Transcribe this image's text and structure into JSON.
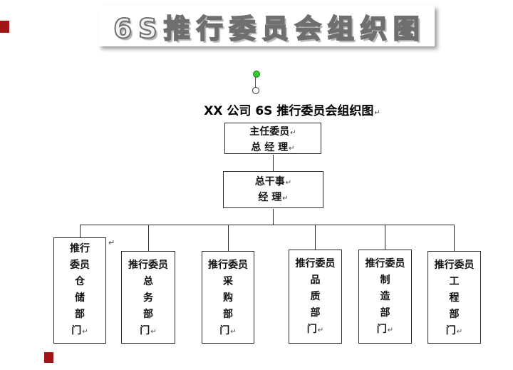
{
  "ui": {
    "return_mark": "↵"
  },
  "wordart": {
    "text": "6S推行委员会组织图"
  },
  "chart": {
    "title": "XX 公司 6S 推行委员会组织图",
    "top_box": {
      "lines": [
        "主任委员",
        "总 经 理"
      ]
    },
    "middle_box": {
      "lines": [
        "总干事",
        "经  理"
      ]
    },
    "bottom_boxes": [
      {
        "lines": [
          "推行",
          "委员",
          "仓",
          "储",
          "部",
          "门"
        ]
      },
      {
        "lines": [
          "推行委员",
          "总",
          "务",
          "部",
          "门"
        ]
      },
      {
        "lines": [
          "推行委员",
          "采",
          "购",
          "部",
          "门"
        ]
      },
      {
        "lines": [
          "推行委员",
          "品",
          "质",
          "部",
          "门"
        ]
      },
      {
        "lines": [
          "推行委员",
          "制",
          "造",
          "部",
          "门"
        ]
      },
      {
        "lines": [
          "推行委员",
          "工",
          "程",
          "部",
          "门"
        ]
      }
    ]
  },
  "colors": {
    "connector_line": "#2b2b2b",
    "red_marker": "#a01616",
    "rotate_handle_green": "#33cc33",
    "wordart_outline": "#6f6f6f"
  }
}
